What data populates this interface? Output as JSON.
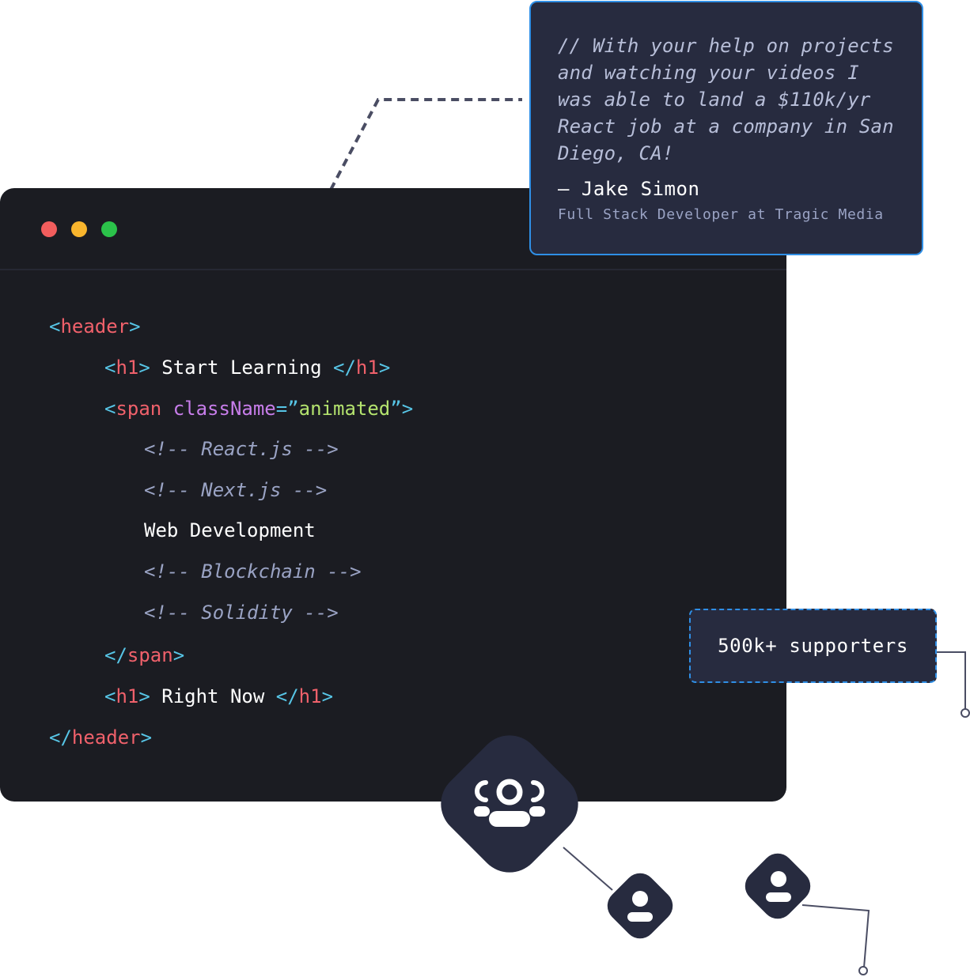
{
  "window": {
    "controls": [
      {
        "name": "close",
        "color": "#f25d5d"
      },
      {
        "name": "minimize",
        "color": "#f9b52d"
      },
      {
        "name": "maximize",
        "color": "#2bc24a"
      }
    ]
  },
  "code": {
    "lines": [
      {
        "open": "<",
        "tag": "header",
        "close": ">"
      },
      {
        "open": "<",
        "tag": "h1",
        "mid": ">",
        "text": " Start Learning ",
        "open2": "</",
        "tag2": "h1",
        "close": ">"
      },
      {
        "open": "<",
        "tag": "span",
        "attr": " className",
        "eq": "=”",
        "value": "animated",
        "close": "”>"
      },
      {
        "comment": "<!-- React.js -->"
      },
      {
        "comment": "<!-- Next.js -->"
      },
      {
        "text": "Web Development"
      },
      {
        "comment": "<!-- Blockchain -->"
      },
      {
        "comment": "<!-- Solidity -->"
      },
      {
        "open": "</",
        "tag": "span",
        "close": ">"
      },
      {
        "open": "<",
        "tag": "h1",
        "mid": ">",
        "text": " Right Now ",
        "open2": "</",
        "tag2": "h1",
        "close": ">"
      },
      {
        "open": "</",
        "tag": "header",
        "close": ">"
      }
    ]
  },
  "testimonial": {
    "quote": "// With your help on projects and watching your videos I was able to land a $110k/yr React job at a company in San Diego, CA!",
    "author": "– Jake Simon",
    "role": "Full Stack Developer at Tragic Media"
  },
  "badge": {
    "label": "500k+ supporters"
  },
  "icons": {
    "group": "users-group-icon",
    "user": "user-icon"
  },
  "colors": {
    "editor_bg": "#1b1c22",
    "card_bg": "#272b3f",
    "accent_blue": "#2f8fe6",
    "punct": "#57c5e6",
    "tag": "#f0616b",
    "attr": "#c77dea",
    "string": "#b4e36e",
    "comment": "#9aa3c4"
  }
}
